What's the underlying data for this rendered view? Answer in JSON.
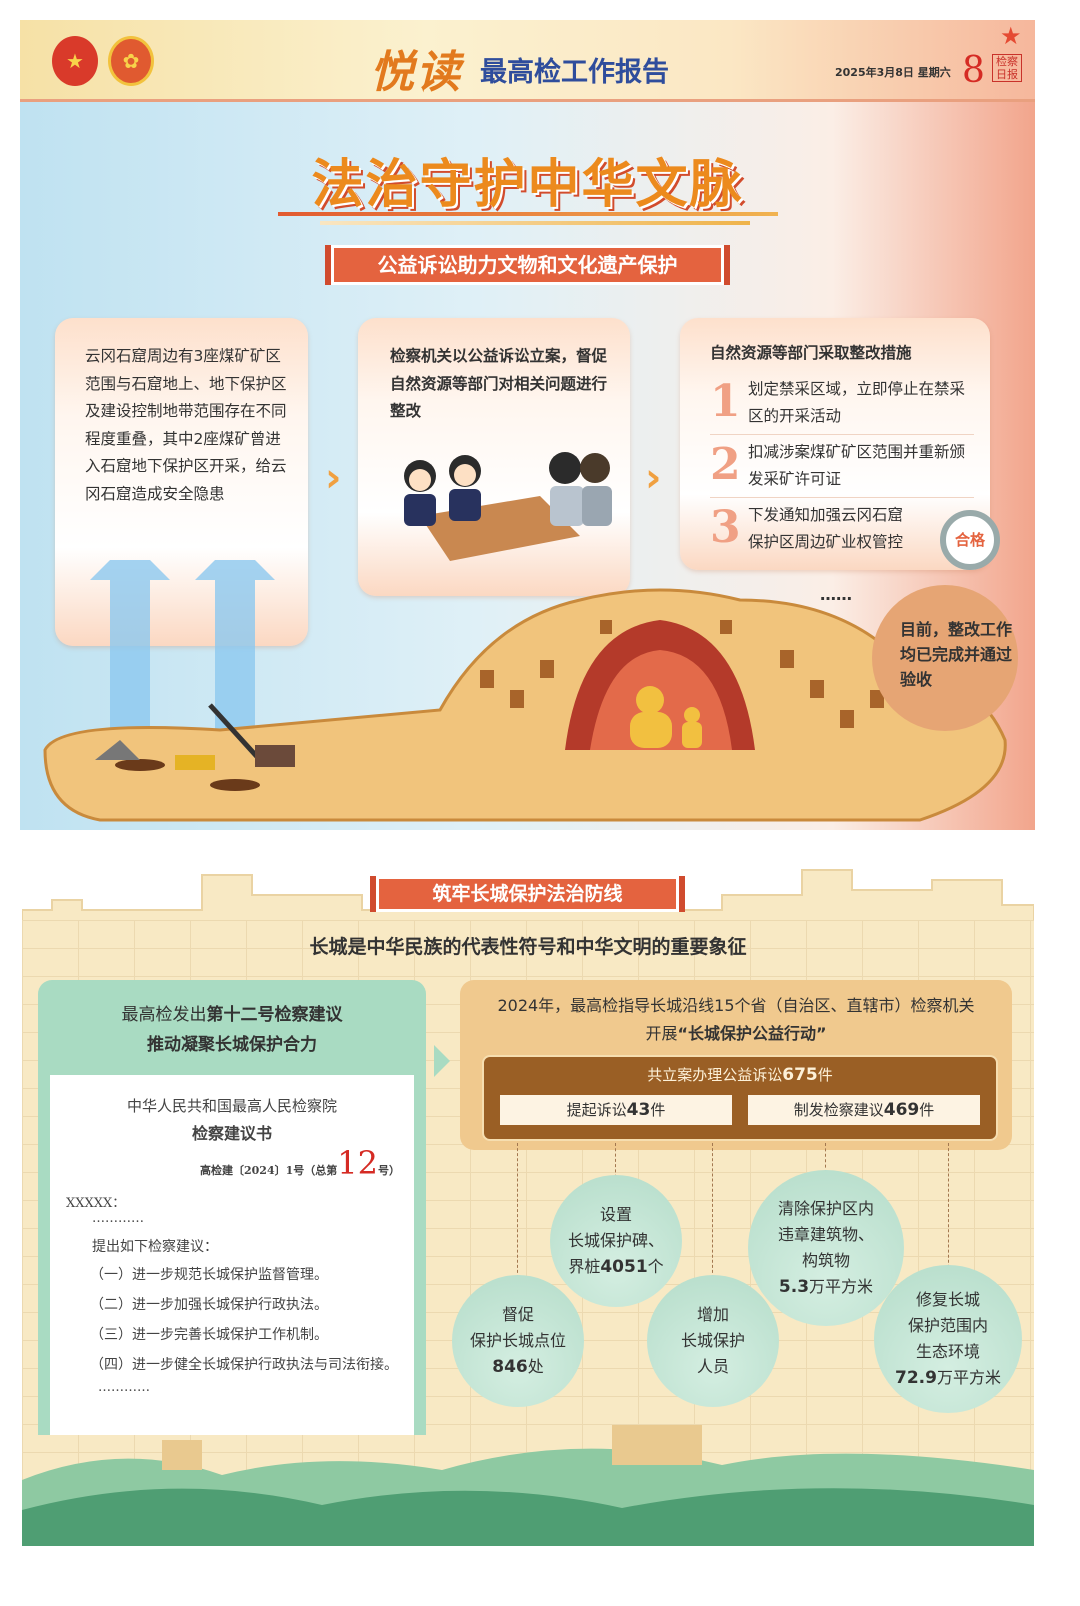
{
  "header": {
    "brand": "悦读",
    "report": "最高检工作报告",
    "date": "2025年3月8日 星期六",
    "page": "8",
    "masthead": "检察日报"
  },
  "title": "法治守护中华文脉",
  "section1": {
    "banner": "公益诉讼助力文物和文化遗产保护",
    "card1": "云冈石窟周边有3座煤矿矿区范围与石窟地上、地下保护区及建设控制地带范围存在不同程度重叠，其中2座煤矿曾进入石窟地下保护区开采，给云冈石窟造成安全隐患",
    "card2": "检察机关以公益诉讼立案，督促自然资源等部门对相关问题进行整改",
    "card3": {
      "title": "自然资源等部门采取整改措施",
      "steps": [
        {
          "num": "1",
          "text": "划定禁采区域，立即停止在禁采区的开采活动"
        },
        {
          "num": "2",
          "text": "扣减涉案煤矿矿区范围并重新颁发采矿许可证"
        },
        {
          "num": "3",
          "text": "下发通知加强云冈石窟保护区周边矿业权管控"
        }
      ],
      "ellipsis": "……"
    },
    "stamp": "合格",
    "result": "目前，整改工作均已完成并通过验收"
  },
  "section2": {
    "banner": "筑牢长城保护法治防线",
    "subtitle": "长城是中华民族的代表性符号和中华文明的重要象征",
    "left": {
      "line1_a": "最高检发出",
      "line1_b": "第十二号检察建议",
      "line2": "推动凝聚长城保护合力",
      "doc": {
        "org": "中华人民共和国最高人民检察院",
        "type": "检察建议书",
        "ref_a": "高检建〔2024〕1号（总第",
        "ref_num": "12",
        "ref_b": "号）",
        "addressee": "XXXXX：",
        "dots": "…………",
        "intro": "提出如下检察建议：",
        "items": [
          "（一）进一步规范长城保护监督管理。",
          "（二）进一步加强长城保护行政执法。",
          "（三）进一步完善长城保护工作机制。",
          "（四）进一步健全长城保护行政执法与司法衔接。"
        ],
        "dots2": "…………"
      }
    },
    "right": {
      "line1": "2024年，最高检指导长城沿线15个省（自治区、直辖市）检察机关",
      "line2_a": "开展",
      "line2_b": "“长城保护公益行动”",
      "total_a": "共立案办理公益诉讼",
      "total_n": "675",
      "total_b": "件",
      "suit_a": "提起诉讼",
      "suit_n": "43",
      "suit_b": "件",
      "rec_a": "制发检察建议",
      "rec_n": "469",
      "rec_b": "件"
    },
    "bubbles": [
      {
        "l1": "设置",
        "l2": "长城保护碑、",
        "l3a": "界桩",
        "n": "4051",
        "l3b": "个"
      },
      {
        "l1": "清除保护区内",
        "l2": "违章建筑物、",
        "l3": "构筑物",
        "n": "5.3",
        "u": "万平方米"
      },
      {
        "l1": "督促",
        "l2": "保护长城点位",
        "n": "846",
        "u": "处"
      },
      {
        "l1": "增加",
        "l2": "长城保护",
        "l3": "人员"
      },
      {
        "l1": "修复长城",
        "l2": "保护范围内",
        "l3": "生态环境",
        "n": "72.9",
        "u": "万平方米"
      }
    ]
  },
  "colors": {
    "accent": "#e4633f",
    "green": "#a9dbc2",
    "tan": "#f0c98e",
    "brown": "#9a5f25"
  }
}
